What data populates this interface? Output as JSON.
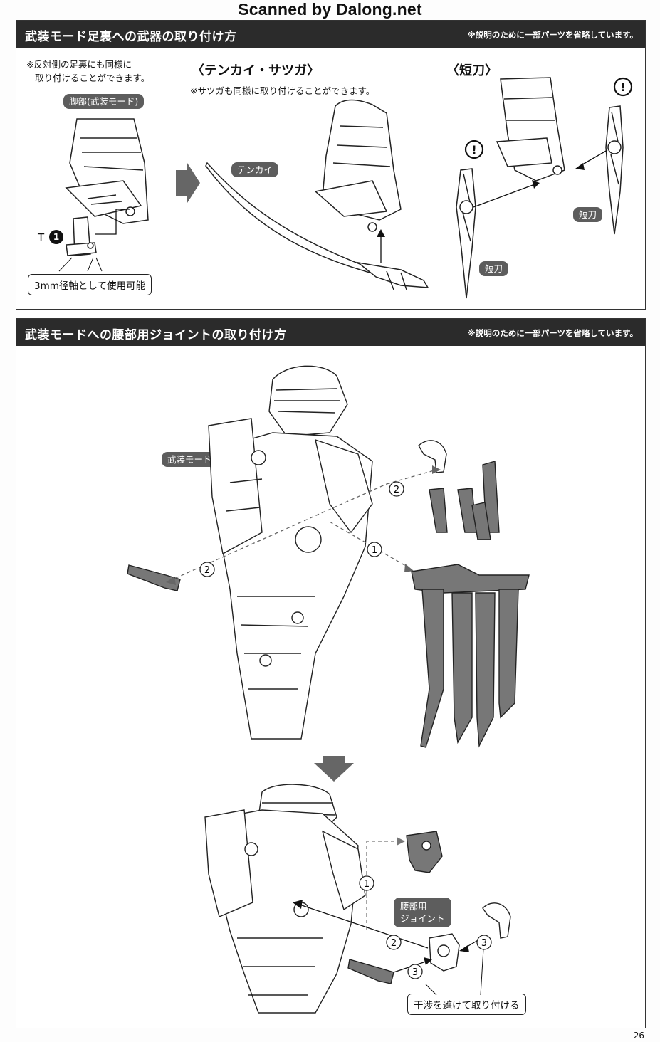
{
  "scan_credit": "Scanned by Dalong.net",
  "section1": {
    "title": "武装モード足裏への武器の取り付け方",
    "note": "※説明のために一部パーツを省略しています。",
    "panel_left": {
      "note_line1": "※反対側の足裏にも同様に",
      "note_line2": "取り付けることができます。",
      "part_label": "脚部(武装モード)",
      "part_code": "T",
      "part_number": "1",
      "axis_label": "3mm径軸として使用可能"
    },
    "panel_mid": {
      "heading": "〈テンカイ・サツガ〉",
      "note": "※サツガも同様に取り付けることができます。",
      "weapon_label": "テンカイ"
    },
    "panel_right": {
      "heading": "〈短刀〉",
      "label_a": "短刀",
      "label_b": "短刀",
      "caution": "!"
    }
  },
  "section2": {
    "title": "武装モードへの腰部用ジョイントの取り付け方",
    "note": "※説明のために一部パーツを省略しています。",
    "mode_label": "武装モード",
    "steps": {
      "s1": "1",
      "s2": "2",
      "s3": "3"
    },
    "joint_label_line1": "腰部用",
    "joint_label_line2": "ジョイント",
    "interference_label": "干渉を避けて取り付ける"
  },
  "page_number": "26"
}
